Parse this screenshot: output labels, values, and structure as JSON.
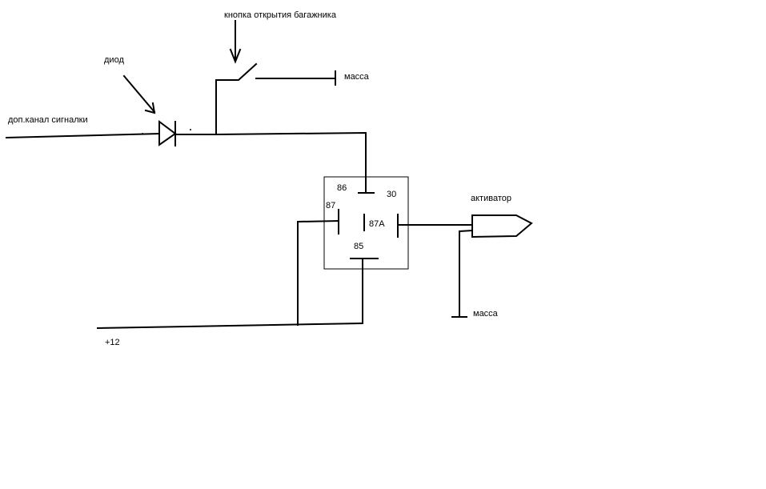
{
  "labels": {
    "button": "кнопка открытия багажника",
    "diode": "диод",
    "alarm_channel": "доп.канал сигналки",
    "ground_top": "масса",
    "pin_86": "86",
    "pin_30": "30",
    "pin_87": "87",
    "pin_87a": "87A",
    "pin_85": "85",
    "actuator": "активатор",
    "ground_bottom": "масса",
    "plus12": "+12"
  }
}
